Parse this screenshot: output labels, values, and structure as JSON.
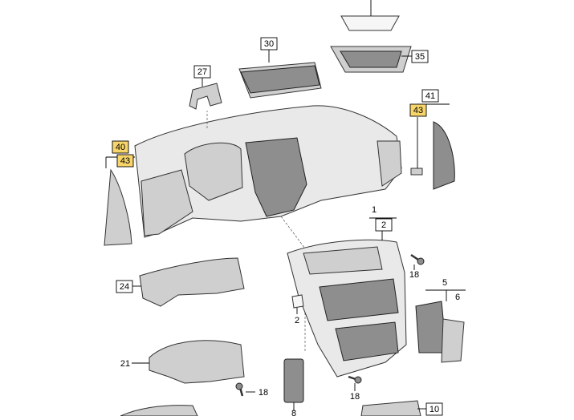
{
  "colors": {
    "highlight_fill": "#f7d56a",
    "highlight_stroke": "#c9a21f",
    "plain_fill": "#ffffff",
    "part_light": "#e9e9e9",
    "part_mid": "#cfcfcf",
    "part_dark": "#8e8e8e"
  },
  "callouts": {
    "c30": "30",
    "c35": "35",
    "c27": "27",
    "c41": "41",
    "c43_right": "43",
    "c40": "40",
    "c43_left": "43",
    "c1": "1",
    "c2_top": "2",
    "c18_right": "18",
    "c5": "5",
    "c6": "6",
    "c24": "24",
    "c2_clip": "2",
    "c21": "21",
    "c18_bottom_mid": "18",
    "c18_bottom_left": "18",
    "c8": "8",
    "c10": "10"
  }
}
